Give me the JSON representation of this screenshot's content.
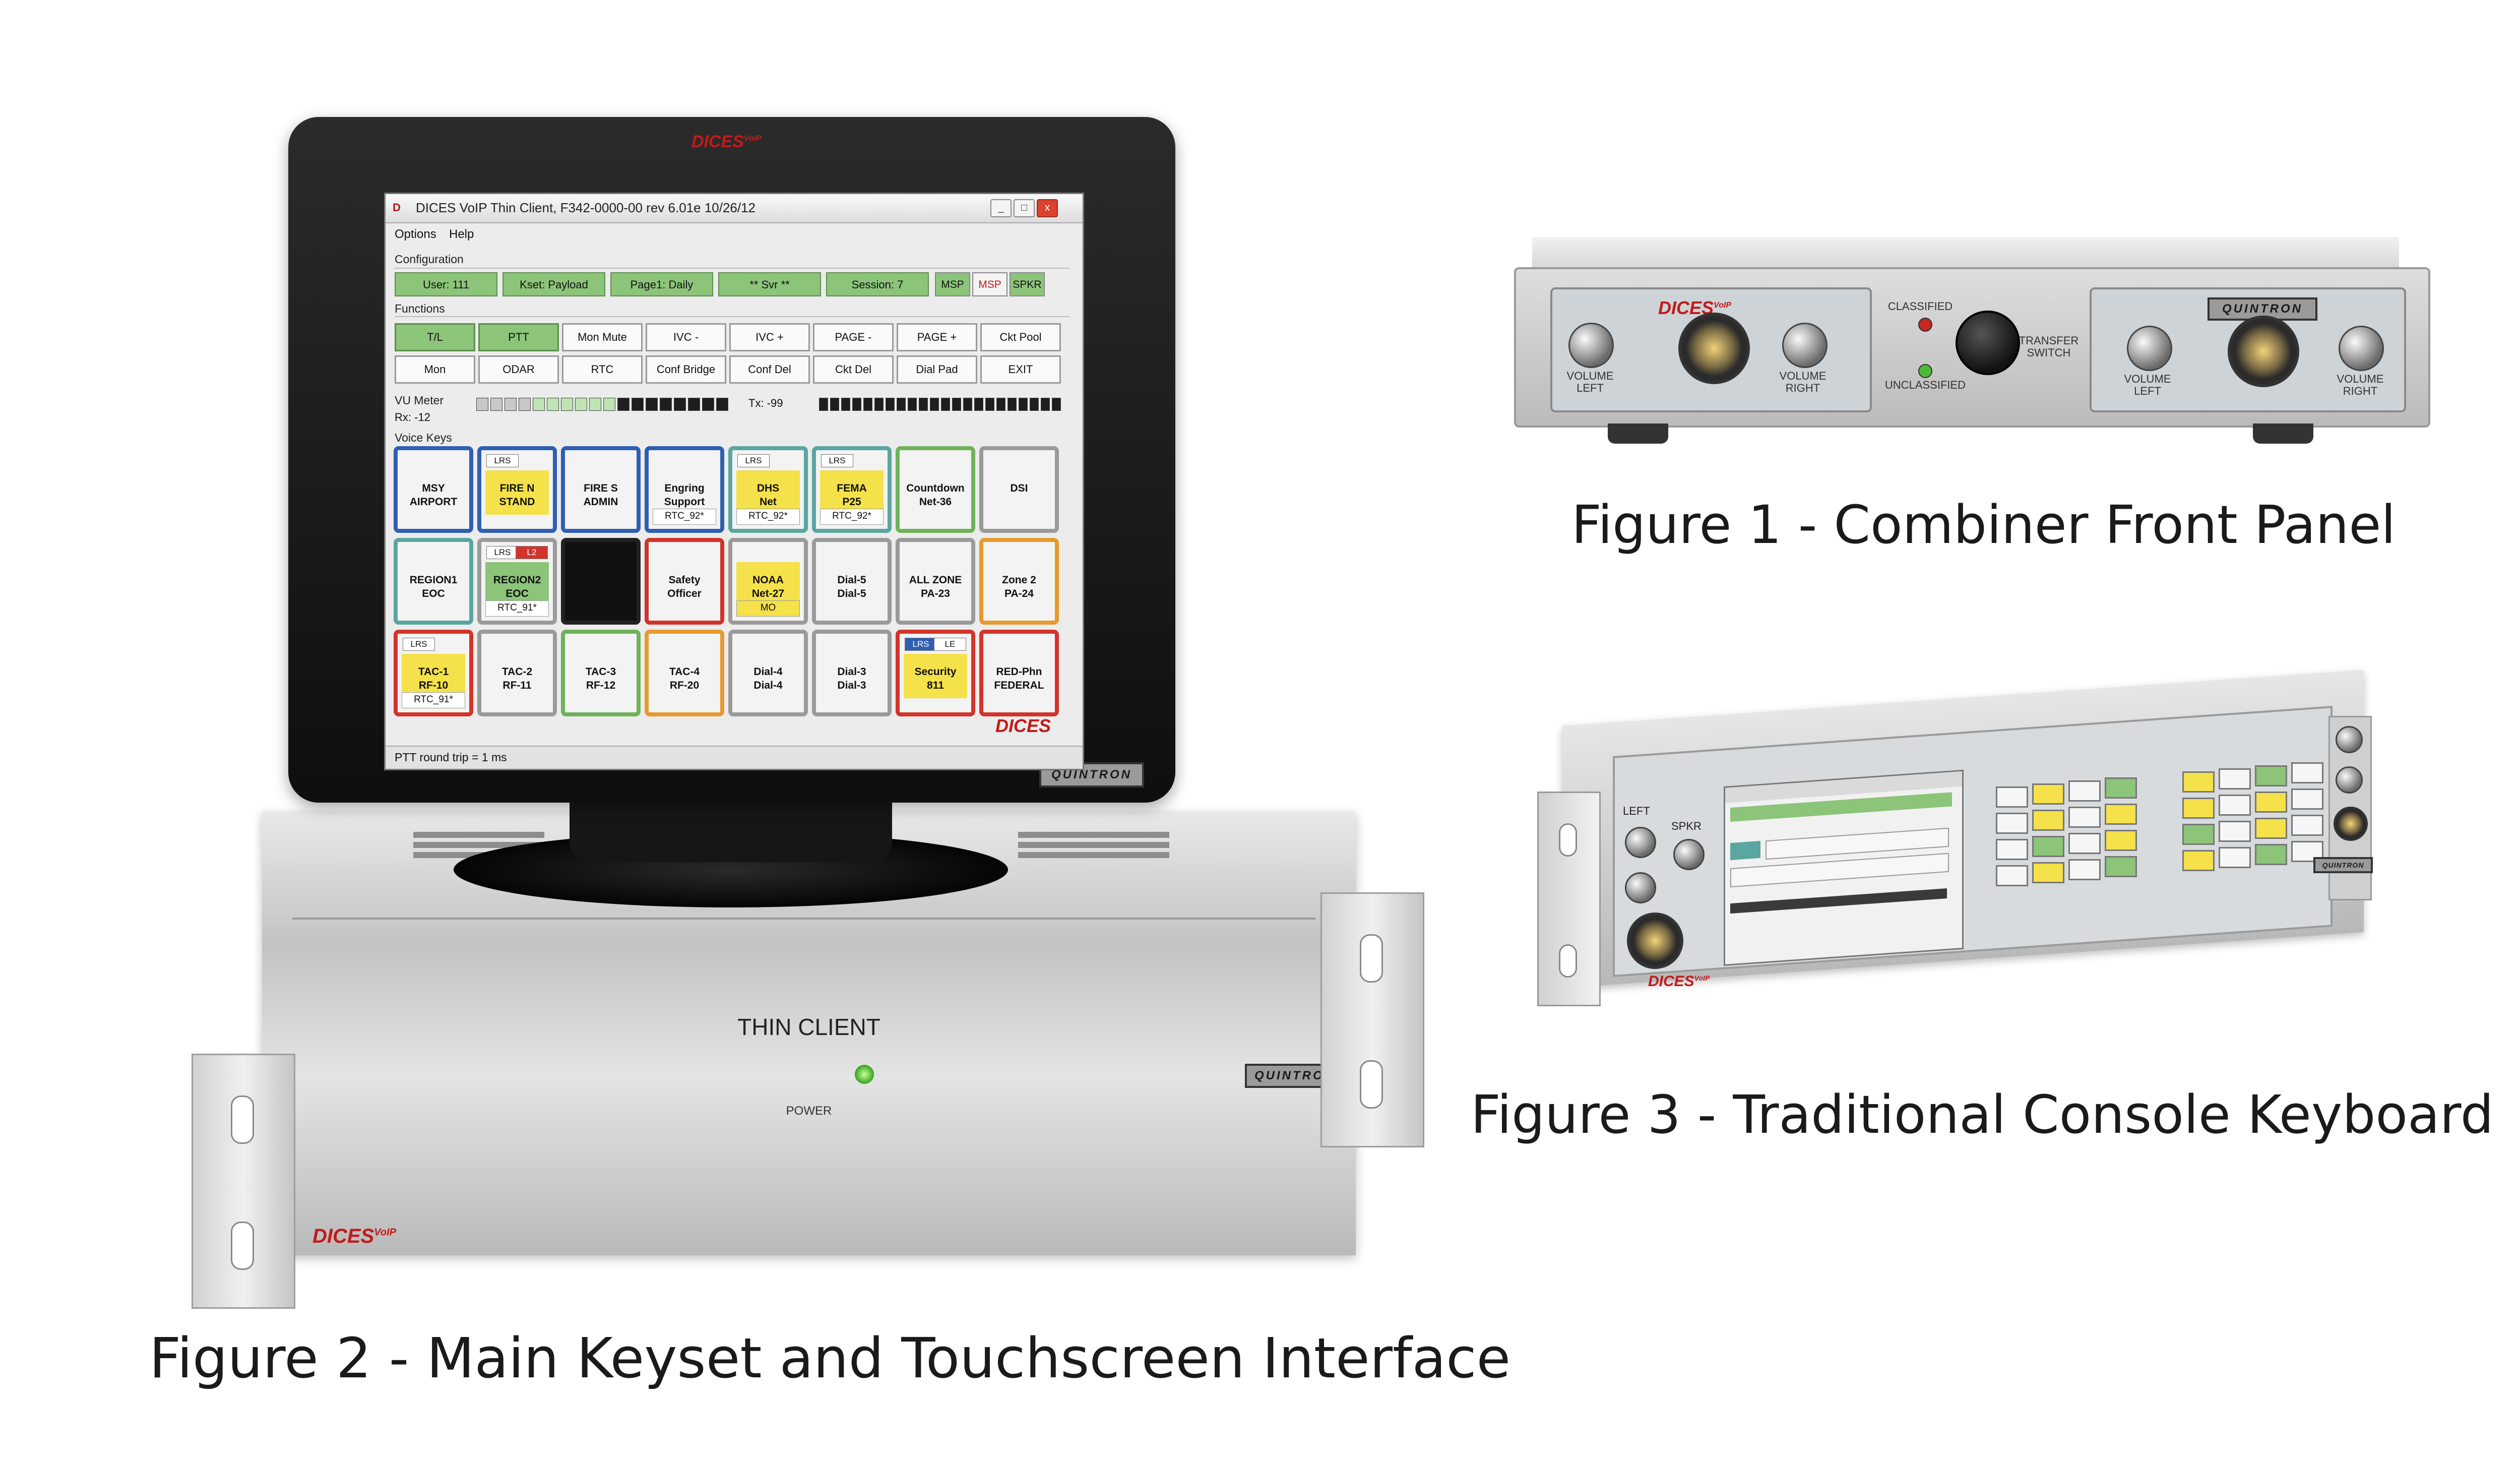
{
  "captions": {
    "figure1": "Figure 1 - Combiner Front Panel",
    "figure2": "Figure 2 - Main Keyset and Touchscreen Interface",
    "figure3": "Figure 3 - Traditional Console Keyboard"
  },
  "monitor": {
    "brand_top": "DICES",
    "brand_sup": "VoIP",
    "plate": "QUINTRON"
  },
  "thin_client_app": {
    "title": "DICES VoIP Thin Client, F342-0000-00 rev 6.01e 10/26/12",
    "app_icon": "D",
    "window_buttons": [
      "_",
      "□",
      "x"
    ],
    "menu": [
      "Options",
      "Help"
    ],
    "configuration": {
      "label": "Configuration",
      "items": [
        "User: 111",
        "Kset: Payload",
        "Page1: Daily",
        "** Svr **",
        "Session: 7"
      ],
      "tags": [
        "MSP",
        "MSP",
        "SPKR"
      ]
    },
    "functions": {
      "label": "Functions",
      "row1": [
        "T/L",
        "PTT",
        "Mon Mute",
        "IVC -",
        "IVC +",
        "PAGE -",
        "PAGE +",
        "Ckt Pool"
      ],
      "row2": [
        "Mon",
        "ODAR",
        "RTC",
        "Conf Bridge",
        "Conf Del",
        "Ckt Del",
        "Dial Pad",
        "EXIT"
      ]
    },
    "vu_meter": {
      "label": "VU Meter",
      "rx": "Rx: -12",
      "tx": "Tx: -99"
    },
    "voice_keys": {
      "label": "Voice Keys",
      "keys": [
        {
          "label": "MSY\nAIRPORT",
          "tag_left": "",
          "tag_right": "",
          "sub": ""
        },
        {
          "label": "FIRE N\nSTAND",
          "tag_left": "LRS",
          "tag_right": "",
          "sub": ""
        },
        {
          "label": "FIRE S\nADMIN",
          "tag_left": "",
          "tag_right": "",
          "sub": ""
        },
        {
          "label": "Engring\nSupport",
          "tag_left": "",
          "tag_right": "",
          "sub": "RTC_92*"
        },
        {
          "label": "DHS\nNet",
          "tag_left": "LRS",
          "tag_right": "",
          "sub": "RTC_92*"
        },
        {
          "label": "FEMA\nP25",
          "tag_left": "LRS",
          "tag_right": "",
          "sub": "RTC_92*"
        },
        {
          "label": "Countdown\nNet-36",
          "tag_left": "",
          "tag_right": "",
          "sub": ""
        },
        {
          "label": "DSI",
          "tag_left": "",
          "tag_right": "",
          "sub": ""
        },
        {
          "label": "REGION1\nEOC",
          "tag_left": "",
          "tag_right": "",
          "sub": ""
        },
        {
          "label": "REGION2\nEOC",
          "tag_left": "LRS",
          "tag_right": "L2",
          "sub": "RTC_91*"
        },
        {
          "label": "",
          "tag_left": "",
          "tag_right": "",
          "sub": ""
        },
        {
          "label": "Safety\nOfficer",
          "tag_left": "",
          "tag_right": "",
          "sub": ""
        },
        {
          "label": "NOAA\nNet-27",
          "tag_left": "",
          "tag_right": "",
          "sub": "MO"
        },
        {
          "label": "Dial-5\nDial-5",
          "tag_left": "",
          "tag_right": "",
          "sub": ""
        },
        {
          "label": "ALL ZONE\nPA-23",
          "tag_left": "",
          "tag_right": "",
          "sub": ""
        },
        {
          "label": "Zone 2\nPA-24",
          "tag_left": "",
          "tag_right": "",
          "sub": ""
        },
        {
          "label": "TAC-1\nRF-10",
          "tag_left": "LRS",
          "tag_right": "",
          "sub": "RTC_91*"
        },
        {
          "label": "TAC-2\nRF-11",
          "tag_left": "",
          "tag_right": "",
          "sub": ""
        },
        {
          "label": "TAC-3\nRF-12",
          "tag_left": "",
          "tag_right": "",
          "sub": ""
        },
        {
          "label": "TAC-4\nRF-20",
          "tag_left": "",
          "tag_right": "",
          "sub": ""
        },
        {
          "label": "Dial-4\nDial-4",
          "tag_left": "",
          "tag_right": "",
          "sub": ""
        },
        {
          "label": "Dial-3\nDial-3",
          "tag_left": "",
          "tag_right": "",
          "sub": ""
        },
        {
          "label": "Security\n811",
          "tag_left": "LRS",
          "tag_right": "LE",
          "sub": ""
        },
        {
          "label": "RED-Phn\nFEDERAL",
          "tag_left": "",
          "tag_right": "",
          "sub": ""
        }
      ]
    },
    "status": "PTT round trip = 1 ms",
    "corner_logo": "DICES"
  },
  "rack": {
    "label": "THIN CLIENT",
    "power": "POWER",
    "brand": "DICES",
    "brand_sup": "VoIP",
    "plate": "QUINTRON"
  },
  "combiner": {
    "brand": "DICES",
    "brand_sup": "VoIP",
    "plate": "QUINTRON",
    "classified": "CLASSIFIED",
    "unclassified": "UNCLASSIFIED",
    "transfer": "TRANSFER\nSWITCH",
    "vol_left": "VOLUME\nLEFT",
    "vol_right": "VOLUME\nRIGHT"
  },
  "console": {
    "left": "LEFT",
    "spkr": "SPKR",
    "brand": "DICES",
    "brand_sup": "VoIP",
    "plate": "QUINTRON"
  },
  "colors": {
    "green_button": "#8cc47a",
    "yellow_fill": "#f5e14a",
    "key_blue": "#2f5fb3",
    "key_red": "#d2332a",
    "key_green": "#6fb25a",
    "key_orange": "#e69a2e",
    "key_teal": "#5aa6a0",
    "brand_red": "#c21a1a"
  }
}
